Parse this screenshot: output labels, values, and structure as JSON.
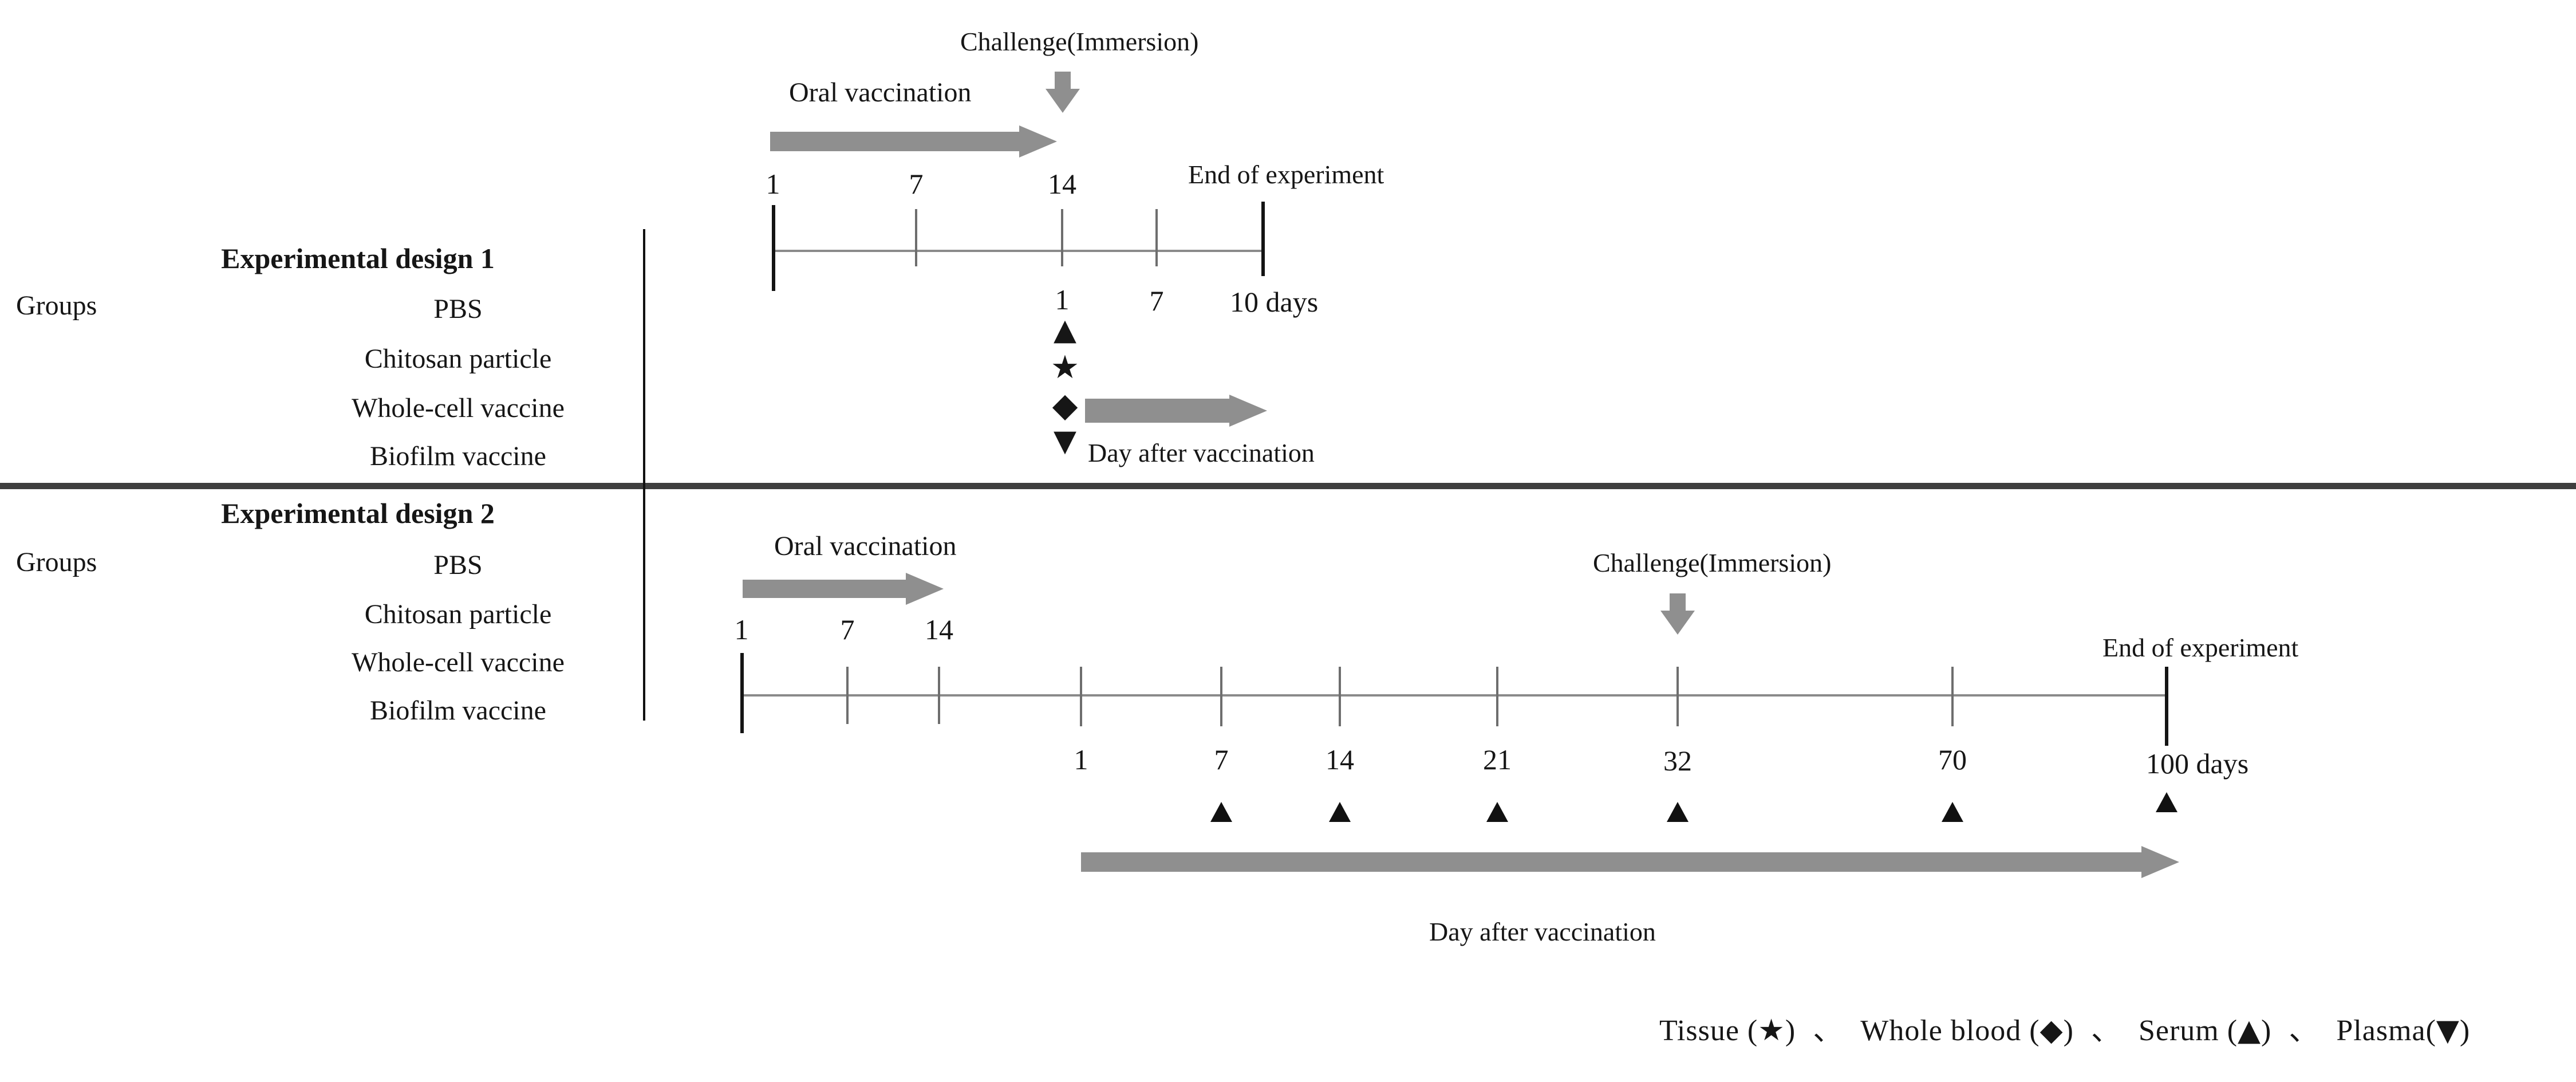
{
  "figure_colors": {
    "arrow_gray": "#8f8f8f",
    "axis_gray": "#8a8a8a",
    "tick_gray": "#6e6e6e",
    "ink_black": "#161616",
    "divider_dark": "#3f3f3f"
  },
  "design1": {
    "title": "Experimental design 1",
    "groups_label": "Groups",
    "groups": [
      "PBS",
      "Chitosan particle",
      "Whole-cell vaccine",
      "Biofilm vaccine"
    ],
    "oral_vaccination_label": "Oral vaccination",
    "challenge_label": "Challenge(Immersion)",
    "end_of_experiment_label": "End of experiment",
    "vaccination_day_ticks": [
      "1",
      "7",
      "14"
    ],
    "post_challenge_ticks": [
      "1",
      "7"
    ],
    "post_challenge_end": "10 days",
    "day_after_vaccination_label": "Day after vaccination",
    "sampling_symbols": [
      "▲",
      "★",
      "◆",
      "▼"
    ]
  },
  "design2": {
    "title": "Experimental design 2",
    "groups_label": "Groups",
    "groups": [
      "PBS",
      "Chitosan particle",
      "Whole-cell vaccine",
      "Biofilm vaccine"
    ],
    "oral_vaccination_label": "Oral vaccination",
    "challenge_label": "Challenge(Immersion)",
    "end_of_experiment_label": "End of experiment",
    "vaccination_day_ticks": [
      "1",
      "7",
      "14"
    ],
    "sampling_day_ticks": [
      "1",
      "7",
      "14",
      "21",
      "32",
      "70"
    ],
    "sampling_end": "100 days",
    "triangle_marker_days": [
      "7",
      "14",
      "21",
      "32",
      "70",
      "100"
    ],
    "day_after_vaccination_label": "Day after vaccination",
    "serum_symbol": "▲"
  },
  "legend": {
    "items": [
      {
        "pre": "Tissue (",
        "symbol": "★",
        "post": ")"
      },
      {
        "pre": "Whole blood (",
        "symbol": "◆",
        "post": ")"
      },
      {
        "pre": "Serum (",
        "symbol": "▲",
        "post": ")"
      },
      {
        "pre": "Plasma(",
        "symbol": "▼",
        "post": ")"
      }
    ],
    "separator": "、"
  }
}
